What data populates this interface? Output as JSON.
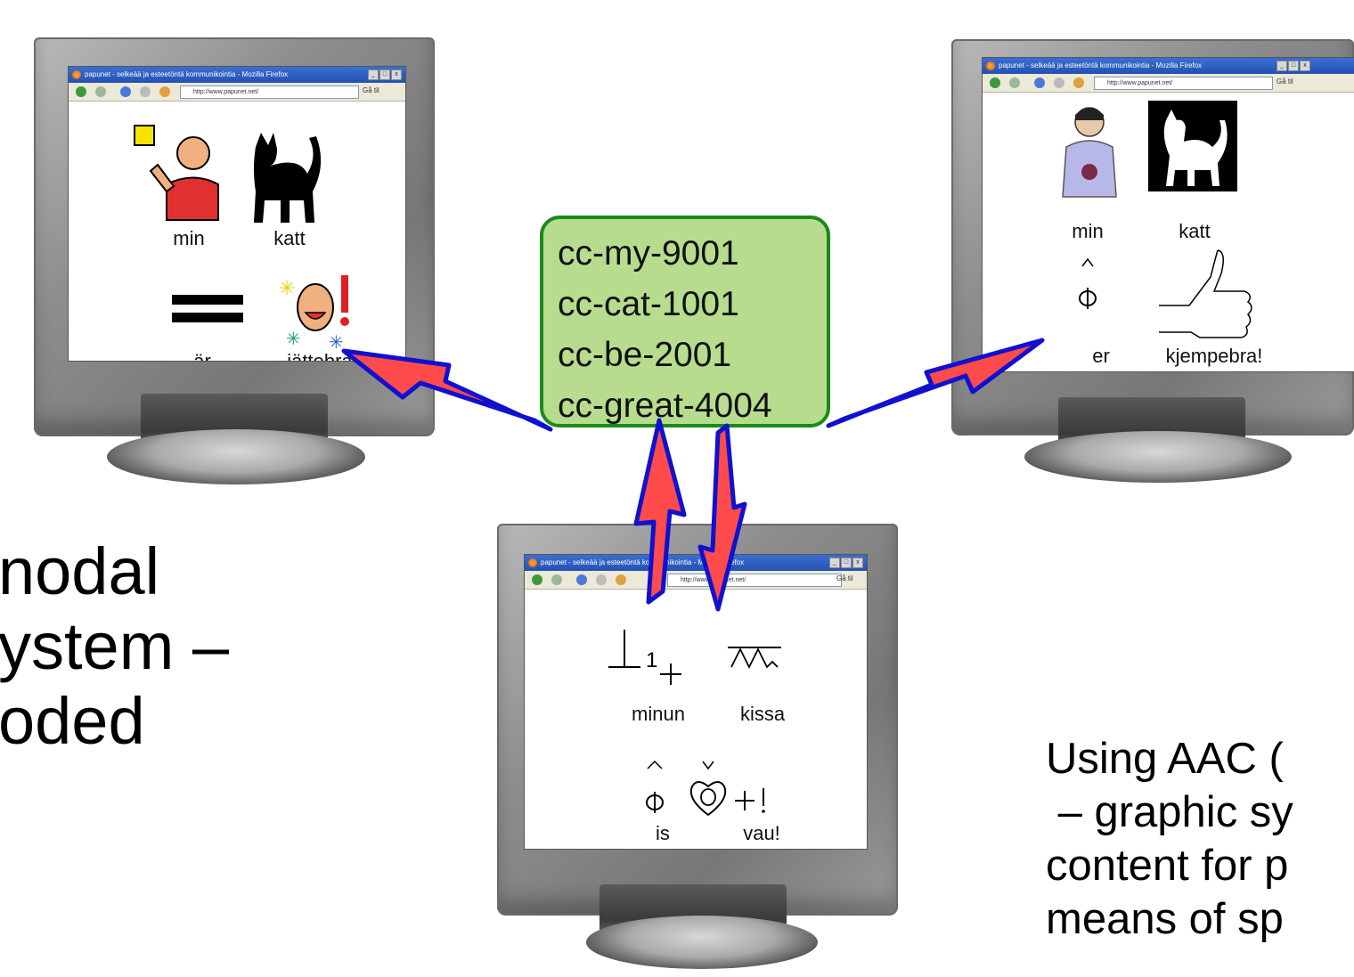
{
  "browser": {
    "title": "papunet - selkeää ja esteetöntä kommunikointia - Mozilla Firefox",
    "url": "http://www.papunet.net/",
    "go_label": "Gå til",
    "min_btn": "_",
    "max_btn": "□",
    "close_btn": "x"
  },
  "screens": {
    "swedish": {
      "w1": "min",
      "w2": "katt",
      "w3": "är",
      "w4": "jättebra!"
    },
    "norwegian": {
      "w1": "min",
      "w2": "katt",
      "w3": "er",
      "w4": "kjempebra!"
    },
    "bliss": {
      "w1": "minun",
      "w2": "kissa",
      "w3": "is",
      "w4": "vau!",
      "bliss_num": "1"
    }
  },
  "codes": [
    "cc-my-9001",
    "cc-cat-1001",
    "cc-be-2001",
    "cc-great-4004"
  ],
  "left_text": {
    "line1": "nodal",
    "line2": "ystem –",
    "line3": "oded"
  },
  "right_text": {
    "line1": "Using AAC (",
    "line2": " – graphic sy",
    "line3": "content for p",
    "line4": "means of sp"
  },
  "colors": {
    "arrow_fill": "#ff4b4b",
    "arrow_outline": "#1010d0",
    "code_box": "#b7dc8e",
    "code_border": "#1a8a1a"
  }
}
